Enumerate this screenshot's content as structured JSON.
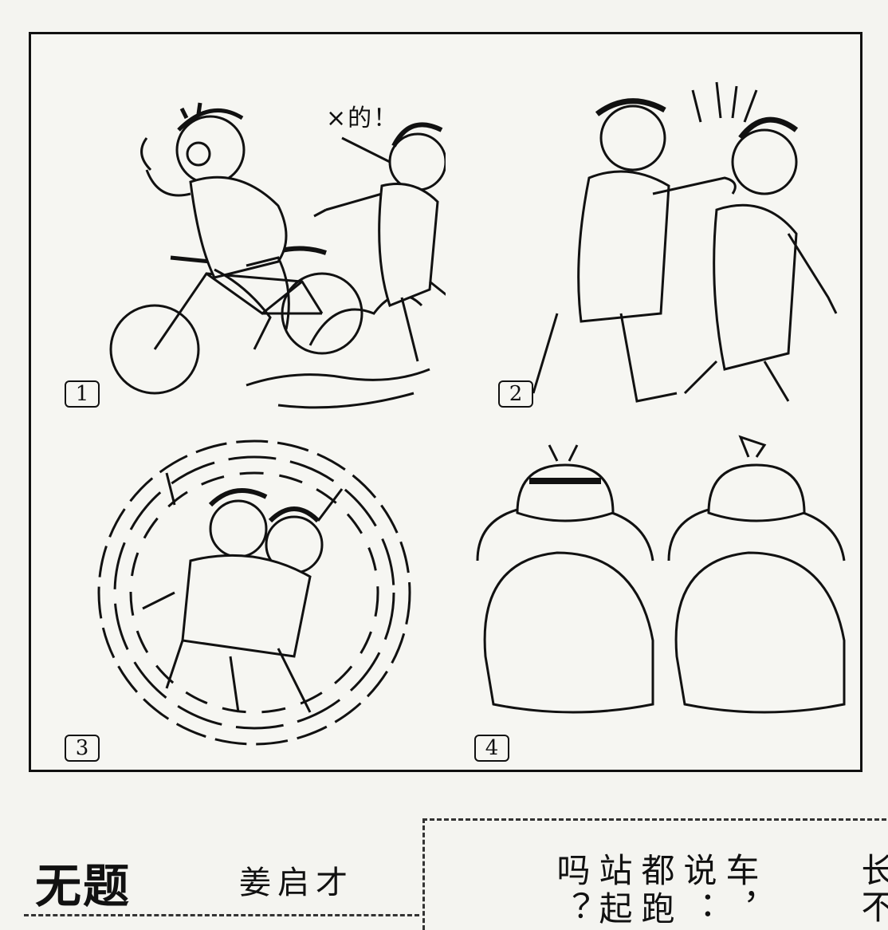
{
  "panels": [
    {
      "number": "1",
      "speech": "×的！"
    },
    {
      "number": "2"
    },
    {
      "number": "3"
    },
    {
      "number": "4"
    }
  ],
  "caption": {
    "title": "无题",
    "author": "姜启才"
  },
  "sidebar": {
    "columns": [
      "车，",
      "说：",
      "都跑",
      "站起",
      "吗？",
      "长",
      "不"
    ]
  }
}
